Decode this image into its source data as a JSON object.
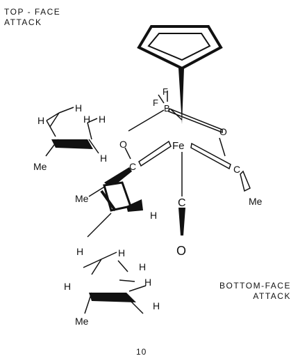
{
  "labels": {
    "top_attack_line1": "TOP - FACE",
    "top_attack_line2": "ATTACK",
    "bottom_attack_line1": "BOTTOM-FACE",
    "bottom_attack_line2": "ATTACK",
    "compound_number": "10"
  },
  "atoms": {
    "iron": "Fe",
    "boron": "B",
    "fluorine_1": "F",
    "fluorine_2": "F",
    "oxygen_left": "O",
    "oxygen_right": "O",
    "oxygen_bottom": "O",
    "carbon_acyl": "C",
    "carbon_acyl_right": "C",
    "carbon_carbonyl": "C",
    "methyl_acyl": "Me",
    "methyl_upper_diene": "Me",
    "methyl_lower_diene": "Me",
    "methyl_center_alkene": "Me",
    "hydrogen": "H"
  },
  "colors": {
    "ink": "#111111",
    "background": "#ffffff"
  }
}
